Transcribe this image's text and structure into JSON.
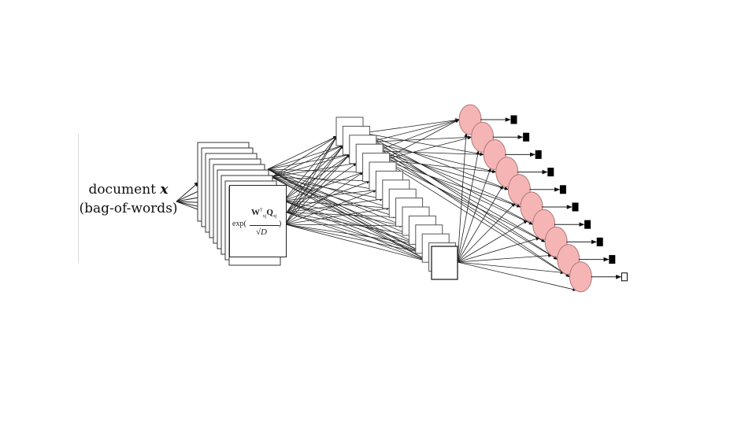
{
  "input": {
    "label_line1": "document",
    "label_var": "x",
    "label_line2": "(bag-of-words)"
  },
  "formula": {
    "exp": "exp(",
    "numerator_w": "W",
    "numerator_sup": "T",
    "numerator_sub": "x",
    "numerator_sub2": "j",
    "numerator_q": "Q",
    "numerator_q_sub": "x",
    "numerator_q_sub2": "j",
    "denominator": "√D",
    "close": ")"
  },
  "layers": {
    "input_cards": 9,
    "hidden_cards": 15,
    "output_nodes": 10
  },
  "colors": {
    "node_fill": "#f5b5b5",
    "node_stroke": "#b07878",
    "edge": "#222222"
  }
}
